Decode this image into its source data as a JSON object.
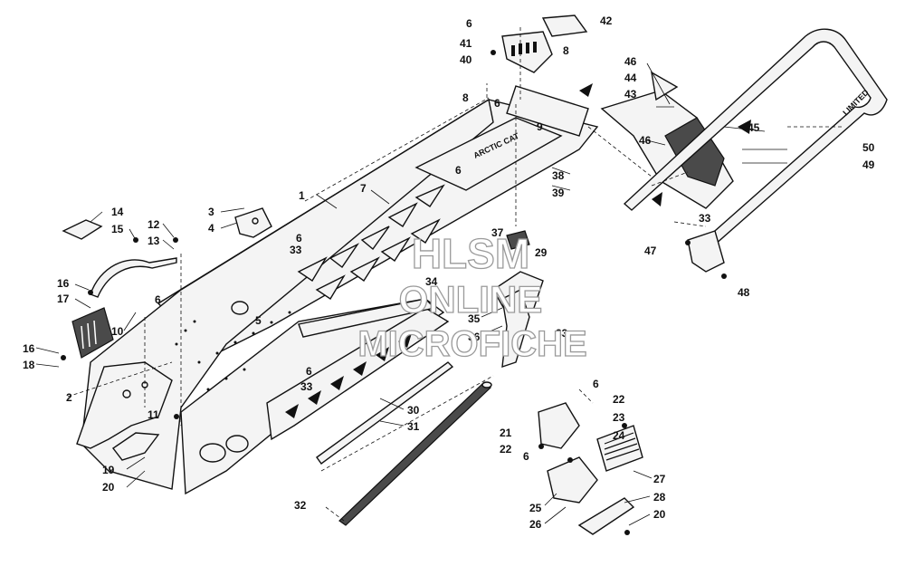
{
  "watermark": {
    "line1": "HLSM",
    "line2": "ONLINE",
    "line3": "MICROFICHE"
  },
  "callouts": {
    "c1": "1",
    "c2": "2",
    "c3": "3",
    "c4": "4",
    "c5": "5",
    "c6a": "6",
    "c6b": "6",
    "c6c": "6",
    "c6d": "6",
    "c6e": "6",
    "c6f": "6",
    "c6g": "6",
    "c6h": "6",
    "c7": "7",
    "c8a": "8",
    "c8b": "8",
    "c9": "9",
    "c10": "10",
    "c11": "11",
    "c12": "12",
    "c13": "13",
    "c14": "14",
    "c15": "15",
    "c16a": "16",
    "c16b": "16",
    "c17": "17",
    "c18": "18",
    "c19": "19",
    "c20a": "20",
    "c20b": "20",
    "c21": "21",
    "c22a": "22",
    "c22b": "22",
    "c23": "23",
    "c24": "24",
    "c25": "25",
    "c26": "26",
    "c27": "27",
    "c28": "28",
    "c29": "29",
    "c30": "30",
    "c31": "31",
    "c32": "32",
    "c33a": "33",
    "c33b": "33",
    "c33c": "33",
    "c33d": "33",
    "c34": "34",
    "c35": "35",
    "c36": "36",
    "c37": "37",
    "c38": "38",
    "c39": "39",
    "c40": "40",
    "c41": "41",
    "c42": "42",
    "c43": "43",
    "c44": "44",
    "c45": "45",
    "c46a": "46",
    "c46b": "46",
    "c47": "47",
    "c48": "48",
    "c49": "49",
    "c50": "50"
  },
  "decals": {
    "tunnel_brand": "ARCTIC CAT",
    "bumper_badge": "LIMITED"
  }
}
